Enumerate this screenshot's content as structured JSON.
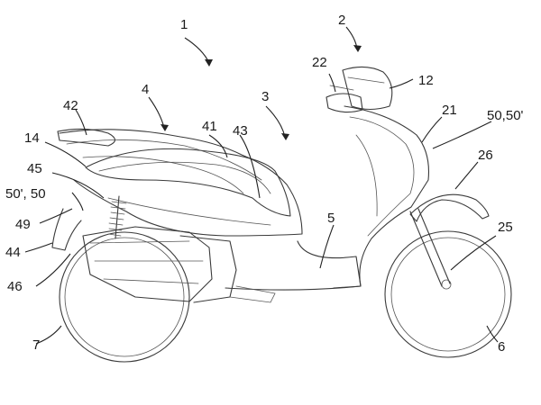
{
  "figure": {
    "labels": {
      "l1": "1",
      "l2": "2",
      "l3": "3",
      "l4": "4",
      "l5": "5",
      "l6": "6",
      "l7": "7",
      "l12": "12",
      "l14": "14",
      "l21": "21",
      "l22": "22",
      "l25": "25",
      "l26": "26",
      "l41": "41",
      "l42": "42",
      "l43": "43",
      "l44": "44",
      "l45": "45",
      "l46": "46",
      "l49": "49",
      "l50a": "50,50'",
      "l50b": "50', 50"
    }
  }
}
